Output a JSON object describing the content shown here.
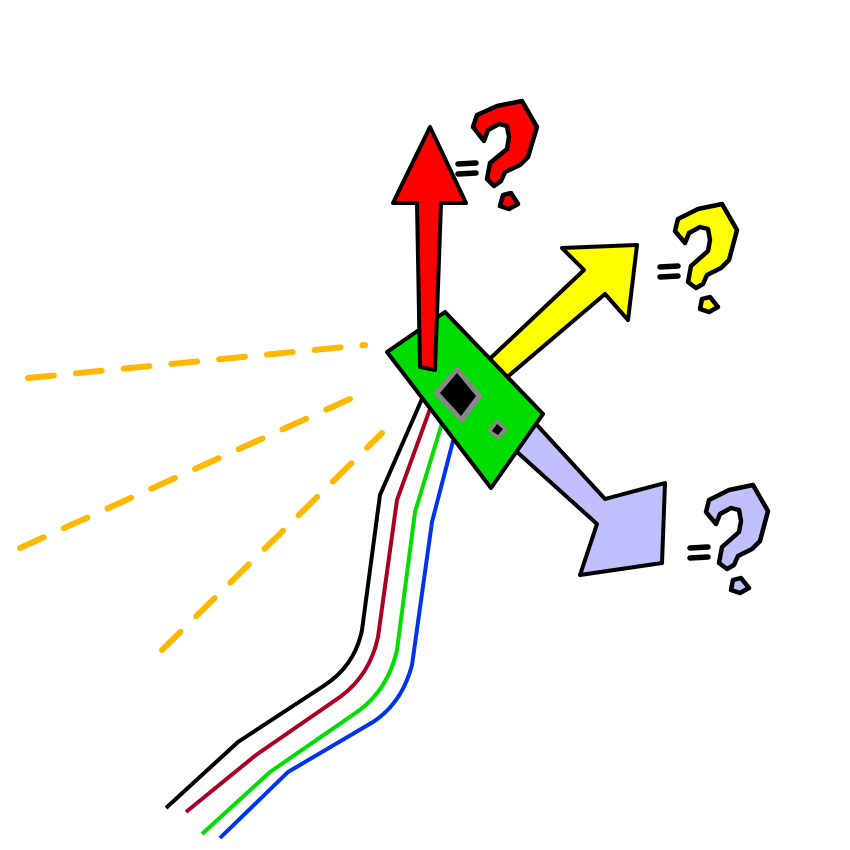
{
  "colors": {
    "background": "#ffffff",
    "outline": "#000000",
    "board": "#00dd00",
    "chip": "#000000",
    "chip_border": "#888888",
    "axis_x": "#ff0000",
    "axis_y": "#ffff00",
    "axis_z": "#c0c0ff",
    "field_rays": "#ffb800",
    "wire_black": "#000000",
    "wire_red": "#aa0022",
    "wire_green": "#00dd00",
    "wire_blue": "#0033ee"
  },
  "icons": {
    "sensor": "accelerometer-board-icon",
    "unknown": "question-mark-icon",
    "equals": "equals-sign-icon"
  },
  "axes": [
    {
      "id": "axis-red",
      "color_key": "axis_x"
    },
    {
      "id": "axis-yellow",
      "color_key": "axis_y"
    },
    {
      "id": "axis-lavender",
      "color_key": "axis_z"
    }
  ],
  "labels": {
    "equals": "=",
    "unknown": "?"
  }
}
